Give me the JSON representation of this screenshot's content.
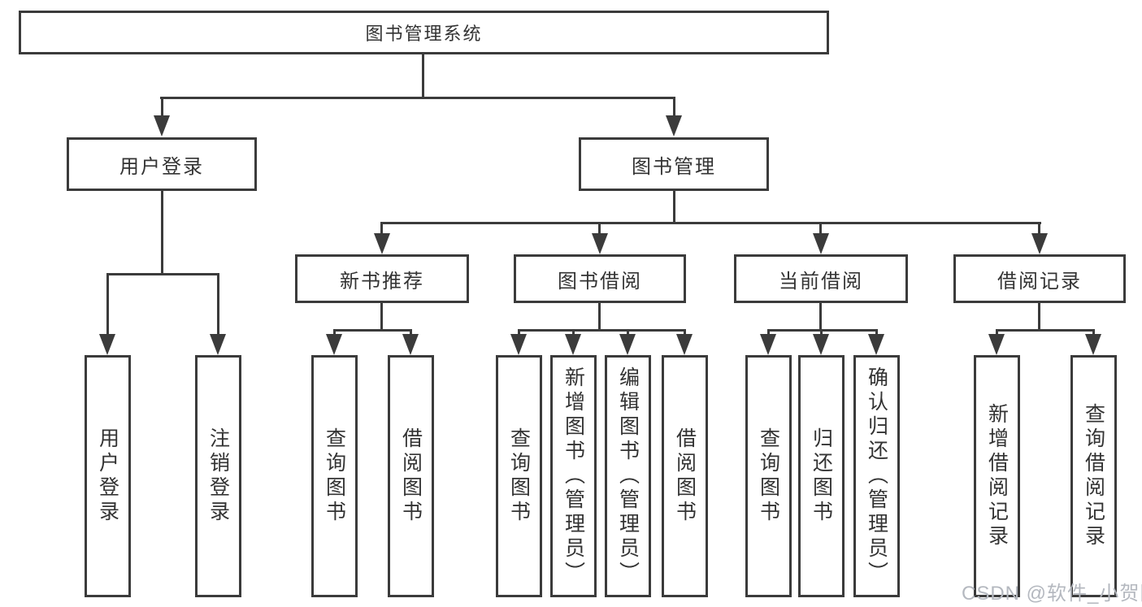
{
  "tree": {
    "root": {
      "label": "图书管理系统",
      "children": [
        {
          "label": "用户登录",
          "children": [
            {
              "label": "用户登录"
            },
            {
              "label": "注销登录"
            }
          ]
        },
        {
          "label": "图书管理",
          "children": [
            {
              "label": "新书推荐",
              "children": [
                {
                  "label": "查询图书"
                },
                {
                  "label": "借阅图书"
                }
              ]
            },
            {
              "label": "图书借阅",
              "children": [
                {
                  "label": "查询图书"
                },
                {
                  "label": "新增图书（管理员）"
                },
                {
                  "label": "编辑图书（管理员）"
                },
                {
                  "label": "借阅图书"
                }
              ]
            },
            {
              "label": "当前借阅",
              "children": [
                {
                  "label": "查询图书"
                },
                {
                  "label": "归还图书"
                },
                {
                  "label": "确认归还（管理员）"
                }
              ]
            },
            {
              "label": "借阅记录",
              "children": [
                {
                  "label": "新增借阅记录"
                },
                {
                  "label": "查询借阅记录"
                }
              ]
            }
          ]
        }
      ]
    }
  },
  "watermark": {
    "text": "CSDN @软件_小贺同学"
  },
  "colors": {
    "line": "#3b3b3b",
    "text": "#333333",
    "watermark": "#b4b8bf",
    "background": "#ffffff"
  }
}
